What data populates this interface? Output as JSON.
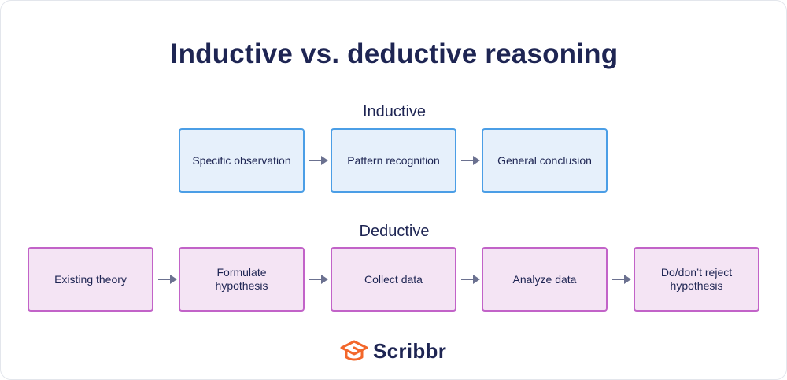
{
  "title": "Inductive vs. deductive reasoning",
  "inductive": {
    "label": "Inductive",
    "steps": [
      "Specific observation",
      "Pattern recognition",
      "General conclusion"
    ]
  },
  "deductive": {
    "label": "Deductive",
    "steps": [
      "Existing theory",
      "Formulate hypothesis",
      "Collect data",
      "Analyze data",
      "Do/don’t reject hypothesis"
    ]
  },
  "brand": {
    "name": "Scribbr",
    "logo_icon": "graduation-cap-icon",
    "logo_color": "#f3672b"
  },
  "colors": {
    "inductive_fill": "#e6f0fb",
    "inductive_border": "#4b9ee6",
    "deductive_fill": "#f4e4f4",
    "deductive_border": "#c263c8",
    "arrow": "#6b7190",
    "text": "#1e2553"
  }
}
